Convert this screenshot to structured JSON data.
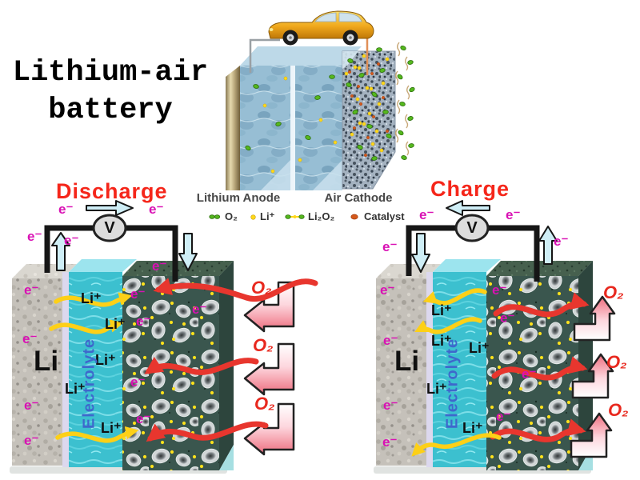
{
  "title": {
    "line1": "Lithium-air",
    "line2": "battery"
  },
  "top_diagram": {
    "anode_label": "Lithium Anode",
    "cathode_label": "Air Cathode",
    "legend": {
      "o2": "O₂",
      "li_ion": "Li⁺",
      "li2o2": "Li₂O₂",
      "catalyst": "Catalyst"
    }
  },
  "discharge_panel": {
    "title": "Discharge"
  },
  "charge_panel": {
    "title": "Charge"
  },
  "symbols": {
    "electron": "e⁻",
    "li_ion": "Li⁺",
    "oxygen": "O₂",
    "lithium": "Li",
    "electrolyte": "Electrolyte",
    "voltmeter": "V"
  },
  "colors": {
    "panel_title_red": "#f5261a",
    "oxygen_red": "#e8281e",
    "electron_magenta": "#d911b4",
    "li_ion_yellow": "#fdd017",
    "electrolyte_cyan": "#3cc0cf",
    "electrolyte_text_blue": "#3e68cc",
    "cathode_teal": "#3a564e",
    "anode_gray": "#c5c1ba",
    "arrow_cyan": "#cfeef6",
    "o2_arrow_pink": "#ee5668"
  }
}
